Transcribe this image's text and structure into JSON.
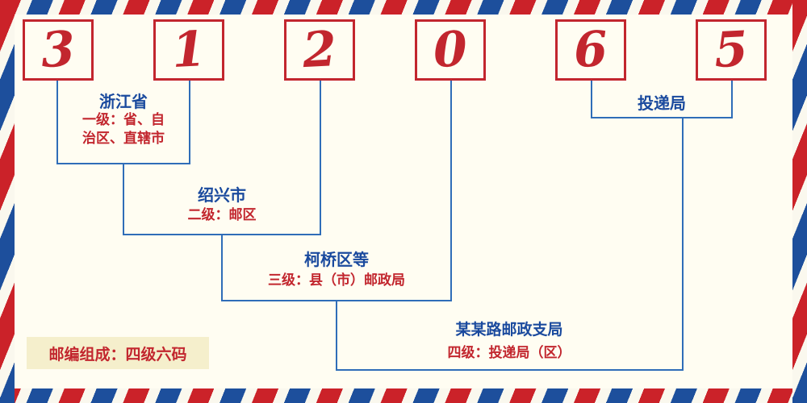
{
  "postal_code": {
    "digits": [
      "3",
      "1",
      "2",
      "0",
      "6",
      "5"
    ]
  },
  "labels": {
    "level1_name": "浙江省",
    "level1_desc": "一级：省、自治区、直辖市",
    "level2_name": "绍兴市",
    "level2_desc": "二级：邮区",
    "level3_name": "柯桥区等",
    "level3_desc": "三级：县（市）邮政局",
    "level4_name": "某某路邮政支局",
    "level4_desc": "四级：投递局（区）",
    "delivery_name": "投递局",
    "composition": "邮编组成：四级六码"
  },
  "colors": {
    "red": "#c2262e",
    "navy": "#1a4a9e",
    "line": "#2f6db8",
    "bg": "#fffdf2",
    "badge_bg": "#f5efcc",
    "stripe_red": "#cb2229",
    "stripe_blue": "#1d4f9c",
    "stripe_white": "#faf8ee"
  }
}
